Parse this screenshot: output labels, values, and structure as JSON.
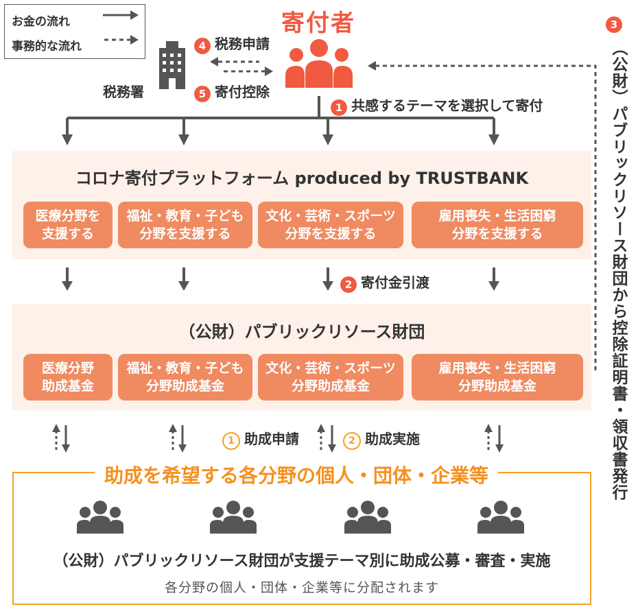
{
  "legend": {
    "money_flow": "お金の流れ",
    "admin_flow": "事務的な流れ"
  },
  "donor": {
    "title": "寄付者"
  },
  "tax_office": {
    "label": "税務署"
  },
  "steps": {
    "s1": {
      "num": "1",
      "label": "共感するテーマを選択して寄付"
    },
    "s2": {
      "num": "2",
      "label": "寄付金引渡"
    },
    "s3": {
      "num": "3",
      "label": "（公財）パブリックリソース財団から控除証明書・領収書発行"
    },
    "s4": {
      "num": "4",
      "label": "税務申請"
    },
    "s5": {
      "num": "5",
      "label": "寄付控除"
    }
  },
  "platform": {
    "title": "コロナ寄付プラットフォーム produced by TRUSTBANK",
    "boxes": [
      "医療分野を\n支援する",
      "福祉・教育・子ども\n分野を支援する",
      "文化・芸術・スポーツ\n分野を支援する",
      "雇用喪失・生活困窮\n分野を支援する"
    ]
  },
  "foundation": {
    "title": "（公財）パブリックリソース財団",
    "boxes": [
      "医療分野\n助成基金",
      "福祉・教育・子ども\n分野助成基金",
      "文化・芸術・スポーツ\n分野助成基金",
      "雇用喪失・生活困窮\n分野助成基金"
    ]
  },
  "grant": {
    "apply": {
      "num": "1",
      "label": "助成申請"
    },
    "implement": {
      "num": "2",
      "label": "助成実施"
    }
  },
  "recipients": {
    "title": "助成を希望する各分野の個人・団体・企業等",
    "line1": "（公財）パブリックリソース財団が支援テーマ別に助成公募・審査・実施",
    "line2": "各分野の個人・団体・企業等に分配されます"
  },
  "colors": {
    "accent_red": "#f05a40",
    "box_orange": "#f08a60",
    "panel_bg": "#fdf1ea",
    "recipient_orange": "#f5a020",
    "arrow_gray": "#555555"
  }
}
